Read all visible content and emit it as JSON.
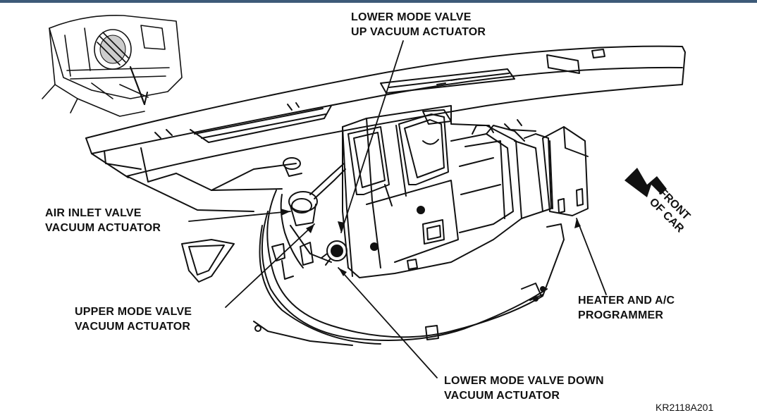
{
  "labels": {
    "lower_up": [
      "LOWER MODE VALVE",
      "UP VACUUM ACTUATOR"
    ],
    "air_inlet": [
      "AIR INLET VALVE",
      "VACUUM ACTUATOR"
    ],
    "upper_mode": [
      "UPPER MODE VALVE",
      "VACUUM ACTUATOR"
    ],
    "lower_down": [
      "LOWER MODE VALVE DOWN",
      "VACUUM ACTUATOR"
    ],
    "heater_programmer": [
      "HEATER AND A/C",
      "PROGRAMMER"
    ],
    "front_of_car": [
      "FRONT",
      "OF CAR"
    ],
    "figure_code": "KR2118A201"
  },
  "colors": {
    "line": "#111111",
    "background": "#ffffff",
    "top_bar": "#3d5a78"
  },
  "icons": [
    "front-arrow-icon"
  ]
}
